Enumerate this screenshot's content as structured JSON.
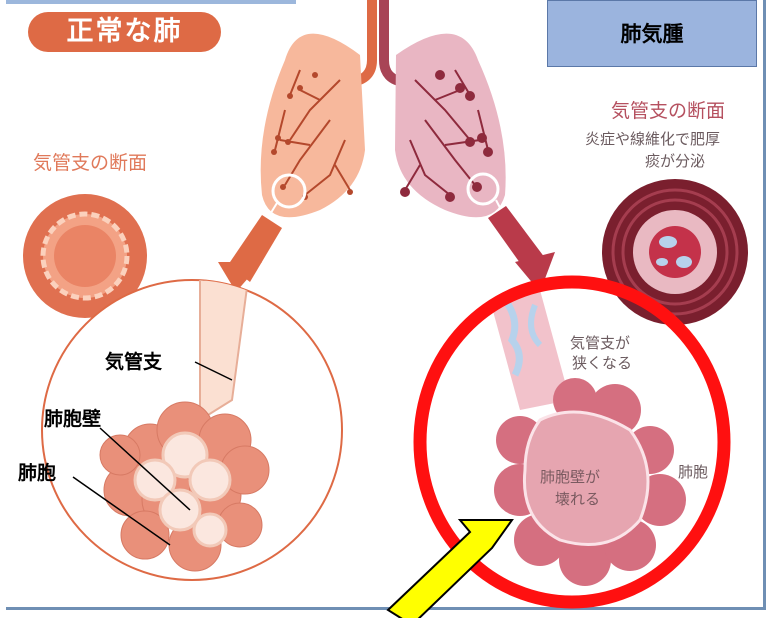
{
  "header": {
    "normal_lung_title": "正常な肺",
    "emphysema_title": "肺気腫"
  },
  "normal": {
    "bronchus_section_label": "気管支の断面",
    "bronchus_label": "気管支",
    "alveolar_wall_label": "肺胞壁",
    "alveolus_label": "肺胞"
  },
  "emphysema": {
    "bronchus_section_label": "気管支の断面",
    "inflammation_note_line1": "炎症や線維化で肥厚",
    "inflammation_note_line2": "痰が分泌",
    "bronchus_narrow_line1": "気管支が",
    "bronchus_narrow_line2": "狭くなる",
    "alveolar_wall_broken_line1": "肺胞壁が",
    "alveolar_wall_broken_line2": "壊れる",
    "alveolus_label": "肺胞"
  },
  "colors": {
    "normal_accent": "#de6a45",
    "emphysema_accent": "#b93a4a",
    "highlight_circle": "#ff1010",
    "pointer_arrow": "#ffff00",
    "title_box": "#9bb4de"
  }
}
